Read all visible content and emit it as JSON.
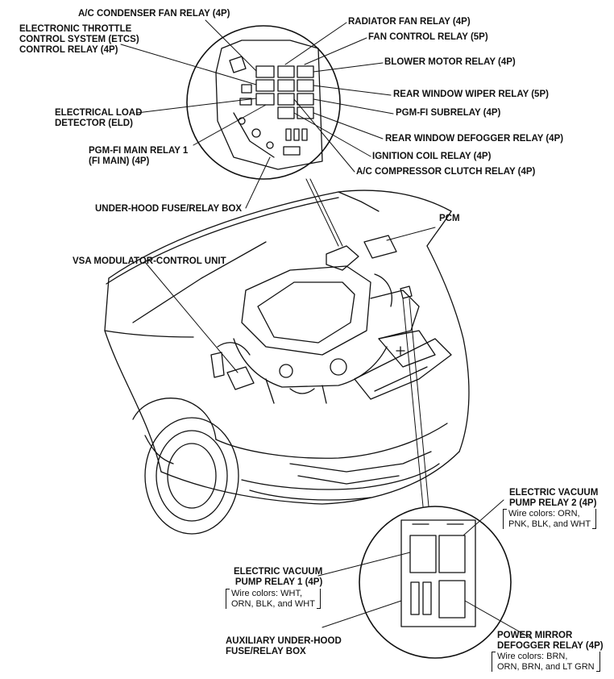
{
  "labels": {
    "ac_condenser_fan_relay": "A/C CONDENSER FAN RELAY (4P)",
    "etcs_relay": [
      "ELECTRONIC THROTTLE",
      "CONTROL SYSTEM (ETCS)",
      "CONTROL RELAY (4P)"
    ],
    "eld": [
      "ELECTRICAL LOAD",
      "DETECTOR (ELD)"
    ],
    "pgm_fi_main_relay": [
      "PGM-FI MAIN RELAY 1",
      "(FI MAIN) (4P)"
    ],
    "under_hood_box": "UNDER-HOOD FUSE/RELAY BOX",
    "vsa_unit": "VSA MODULATOR-CONTROL UNIT",
    "radiator_fan_relay": "RADIATOR FAN RELAY (4P)",
    "fan_control_relay": "FAN CONTROL RELAY (5P)",
    "blower_motor_relay": "BLOWER MOTOR RELAY (4P)",
    "rear_window_wiper_relay": "REAR WINDOW WIPER RELAY (5P)",
    "pgm_fi_subrelay": "PGM-FI SUBRELAY (4P)",
    "rear_window_defogger_relay": "REAR WINDOW DEFOGGER RELAY (4P)",
    "ignition_coil_relay": "IGNITION COIL RELAY (4P)",
    "ac_compressor_clutch_relay": "A/C COMPRESSOR CLUTCH RELAY (4P)",
    "pcm": "PCM",
    "evp_relay_2": [
      "ELECTRIC VACUUM",
      "PUMP RELAY 2 (4P)"
    ],
    "evp_relay_2_wires": [
      "Wire colors: ORN,",
      "PNK, BLK, and WHT"
    ],
    "evp_relay_1": [
      "ELECTRIC VACUUM",
      "PUMP RELAY 1 (4P)"
    ],
    "evp_relay_1_wires": [
      "Wire colors: WHT,",
      "ORN, BLK, and WHT"
    ],
    "aux_box": [
      "AUXILIARY UNDER-HOOD",
      "FUSE/RELAY BOX"
    ],
    "power_mirror_relay": [
      "POWER MIRROR",
      "DEFOGGER RELAY (4P)"
    ],
    "power_mirror_wires": [
      "Wire colors: BRN,",
      "ORN, BRN, and LT GRN"
    ]
  }
}
